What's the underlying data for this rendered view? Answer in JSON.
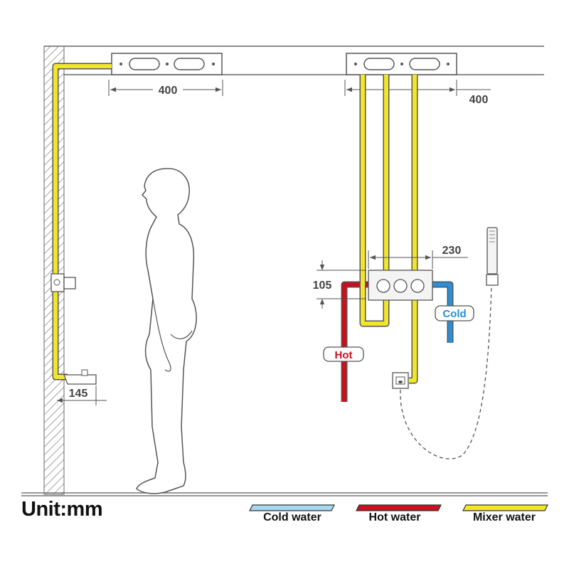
{
  "dimensions": {
    "left_ceiling_width": "400",
    "right_ceiling_width": "400",
    "valve_width": "230",
    "valve_height": "105",
    "spout_projection": "145"
  },
  "labels": {
    "hot": "Hot",
    "cold": "Cold"
  },
  "unit": "Unit:mm",
  "legend": [
    {
      "label": "Cold water",
      "color": "#a8d8f0"
    },
    {
      "label": "Hot water",
      "color": "#c8101e"
    },
    {
      "label": "Mixer water",
      "color": "#f2e62a"
    }
  ],
  "colors": {
    "hot": "#c8101e",
    "cold": "#2a8fd6",
    "mixer": "#f2e62a",
    "line": "#555555"
  }
}
